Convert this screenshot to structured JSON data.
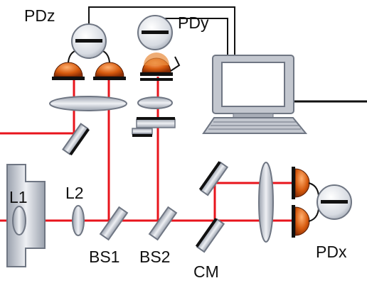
{
  "labels": {
    "pdz": "PDz",
    "pdy": "PDy",
    "pdx": "PDx",
    "l1": "L1",
    "l2": "L2",
    "bs1": "BS1",
    "bs2": "BS2",
    "cm": "CM"
  },
  "colors": {
    "beam": "#e8141c",
    "wire": "#111111",
    "optic_fill": "#c9ced8",
    "optic_stroke": "#6f7683",
    "diode_fill": "#d25a10",
    "diode_base": "#111111",
    "monitor_body": "#bfc3cc",
    "screen": "#ffffff"
  }
}
